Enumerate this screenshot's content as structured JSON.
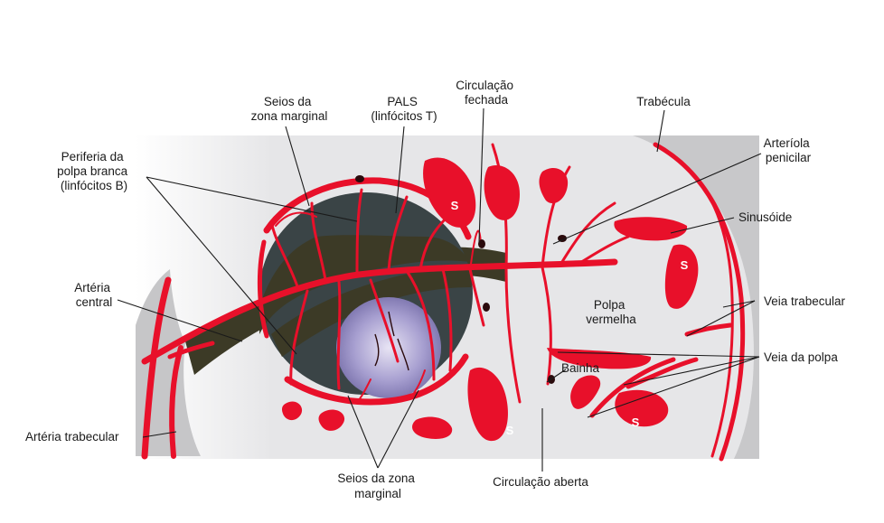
{
  "labels": {
    "seios_zona_marginal_top": [
      "Seios da",
      "zona marginal"
    ],
    "pals": [
      "PALS",
      "(linfócitos T)"
    ],
    "circulacao_fechada": [
      "Circulação",
      "fechada"
    ],
    "trabecula": "Trabécula",
    "periferia": [
      "Periferia da",
      "polpa branca",
      "(linfócitos B)"
    ],
    "arteriola_penicilar": [
      "Arteríola",
      "penicilar"
    ],
    "sinusoide": "Sinusóide",
    "arteria_central": [
      "Artéria",
      "central"
    ],
    "polpa_vermelha": [
      "Polpa",
      "vermelha"
    ],
    "veia_trabecular": "Veia trabecular",
    "veia_da_polpa": "Veia da polpa",
    "bainha": "Bainha",
    "arteria_trabecular": "Artéria trabecular",
    "seios_zona_marginal_bottom": [
      "Seios da zona",
      "marginal"
    ],
    "circulacao_aberta": "Circulação aberta"
  },
  "sinusoid_letter": "S",
  "colors": {
    "background_tissue": "#e6e6e8",
    "vessel_red": "#e8102a",
    "vessel_dark": "#7a0a14",
    "white_pulp": "#3a4446",
    "pals_sheath": "#3c3a26",
    "germinal_center": "#b8b0d8",
    "trabecula_gray": "#c7c7c9"
  }
}
